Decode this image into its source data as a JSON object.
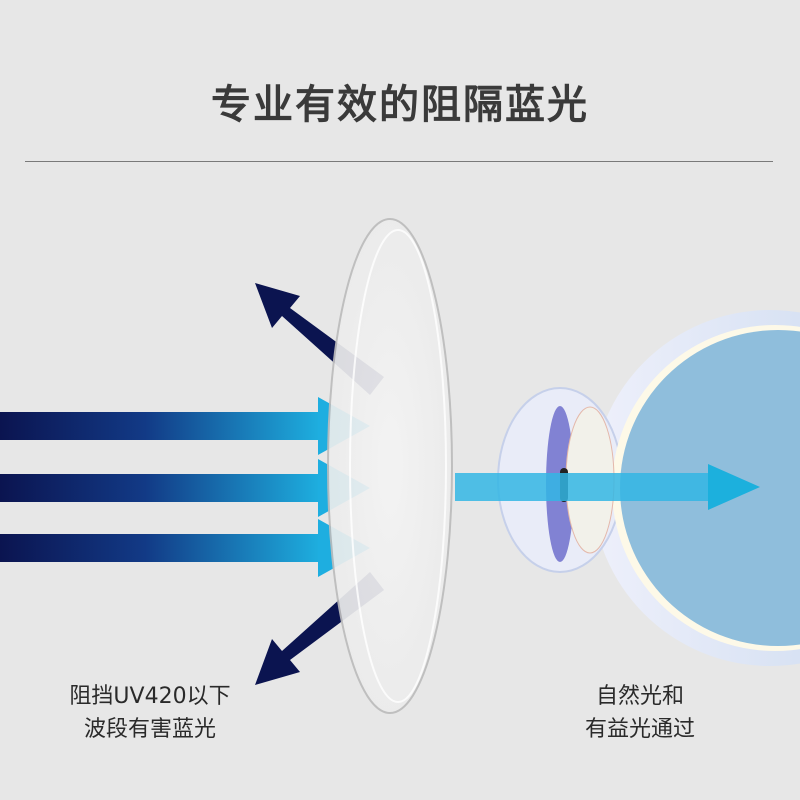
{
  "title": "专业有效的阻隔蓝光",
  "left_caption": {
    "line1": "阻挡UV420以下",
    "line2": "波段有害蓝光"
  },
  "right_caption": {
    "line1": "自然光和",
    "line2": "有益光通过"
  },
  "colors": {
    "background": "#e7e7e7",
    "arrow_dark": "#0b1450",
    "arrow_light": "#1eb0e0",
    "eye_blue": "#8fbedc"
  }
}
